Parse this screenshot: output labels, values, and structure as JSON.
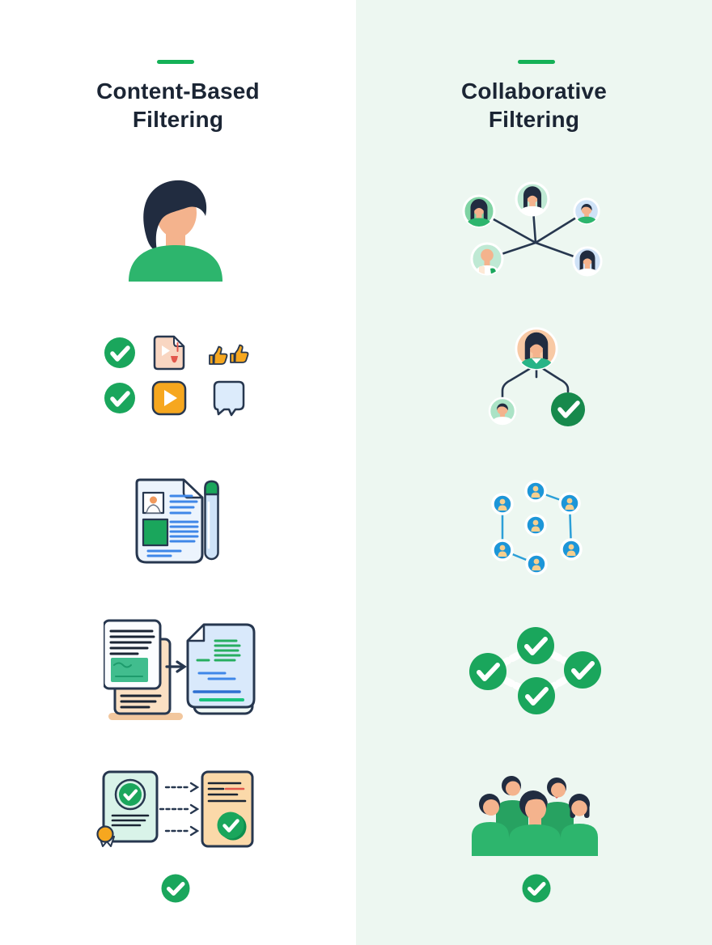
{
  "colors": {
    "bg-left": "#ffffff",
    "bg-right": "#edf7f1",
    "accent": "#14b157",
    "green": "#1aa65c",
    "green-dark": "#17894c",
    "shirt": "#2db56d",
    "shirt-dark": "#27a261",
    "navy": "#27374f",
    "ink": "#1b2534",
    "hair": "#212c40",
    "skin": "#f4b38d",
    "blue": "#1d96d8",
    "blue-line": "#3f87e8",
    "doc-blue": "#d9e9fb",
    "paper": "#ecf4fd",
    "peach": "#fbe0c3",
    "peach-circle": "#f8c9a4",
    "orange": "#f6a71f",
    "orange-doc": "#fbd9a9",
    "mint-card": "#d9f3e9",
    "mint-circle": "#bfe9d4",
    "green-circle": "#7fd3a3",
    "blue-circle": "#cfe2f7",
    "red": "#e2574c",
    "tan": "#f6cf8f",
    "teal": "#28b487",
    "file-peach": "#f9d6c2",
    "bubble-blue": "#dcebfb",
    "tube-blue": "#cfe3f8"
  },
  "left_column": {
    "title_line1": "Content-Based",
    "title_line2": "Filtering",
    "icons": [
      "user-avatar-icon",
      "check-circle-icon",
      "video-file-icon",
      "thumbs-up-icon",
      "play-button-icon",
      "comment-bubble-icon",
      "profile-article-icon",
      "test-tube-icon",
      "document-compare-icon",
      "arrow-right-icon",
      "certificate-icon",
      "dashed-arrow-icon",
      "matched-document-icon",
      "check-badge-icon"
    ]
  },
  "right_column": {
    "title_line1": "Collaborative",
    "title_line2": "Filtering",
    "icons": [
      "user-network-icon",
      "recommendation-tree-icon",
      "user-graph-icon",
      "check-network-icon",
      "user-crowd-icon",
      "check-badge-icon"
    ]
  }
}
